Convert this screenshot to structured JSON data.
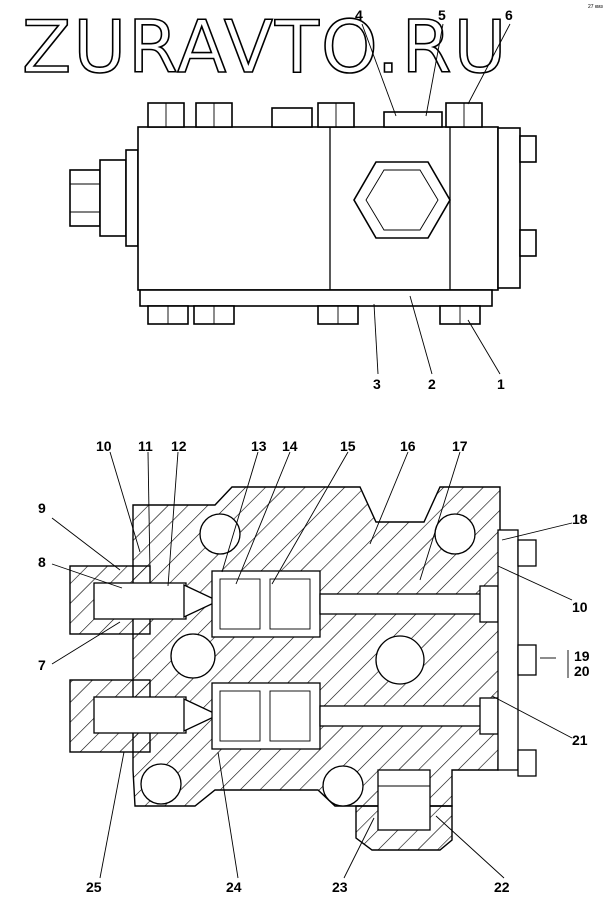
{
  "watermark": "ZURAVTO.RU",
  "corner_mark": "27 кмз",
  "callouts_top": [
    "4",
    "5",
    "6",
    "3",
    "2",
    "1"
  ],
  "callouts_section": {
    "top_row": [
      "10",
      "11",
      "12",
      "13",
      "14",
      "15",
      "16",
      "17",
      "18"
    ],
    "left_side": [
      "9",
      "8",
      "7"
    ],
    "right_side": [
      "10",
      "19",
      "20",
      "21"
    ],
    "bottom_row": [
      "25",
      "24",
      "23",
      "22"
    ]
  }
}
